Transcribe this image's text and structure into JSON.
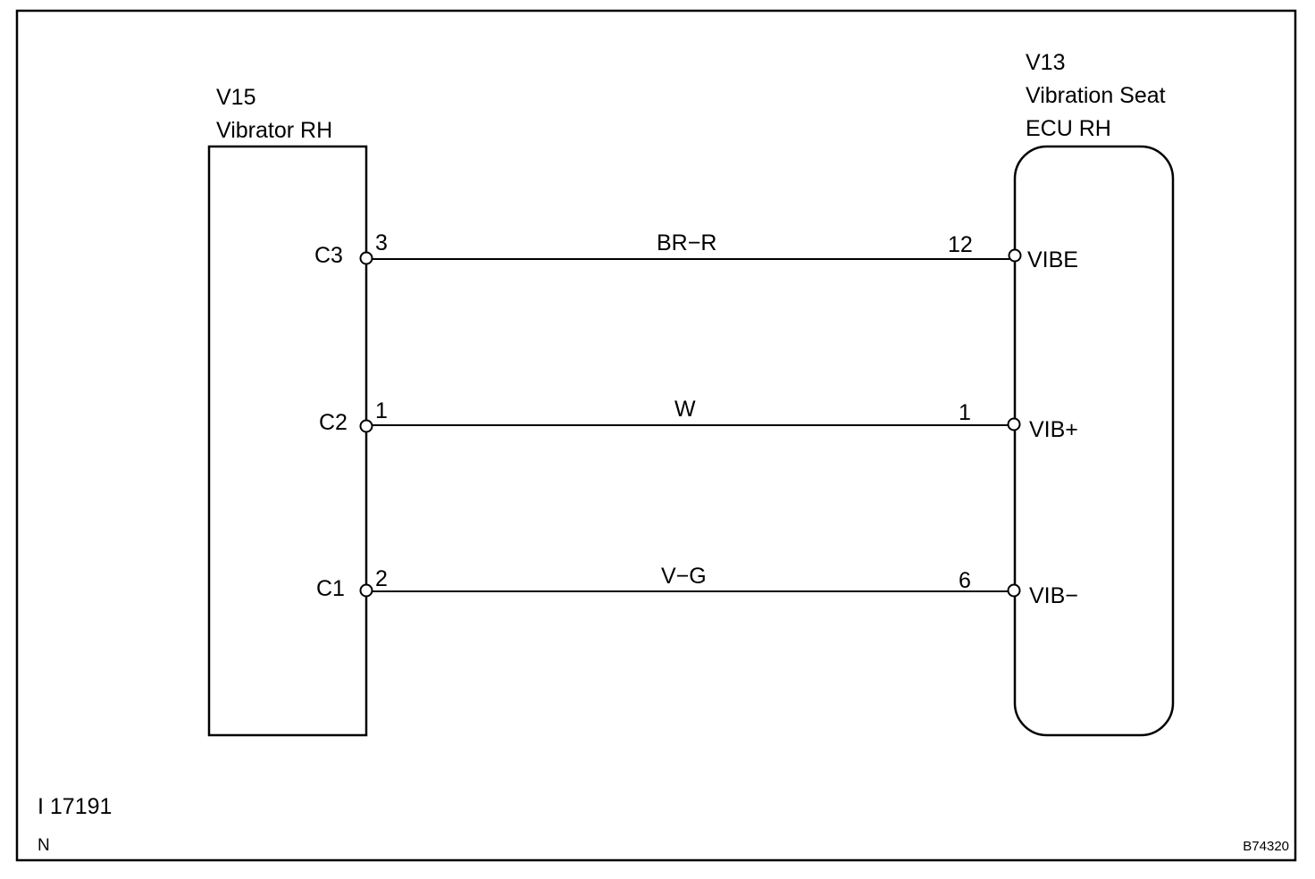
{
  "left_component": {
    "code": "V15",
    "name": "Vibrator RH",
    "terminals": [
      {
        "name": "C3",
        "pin": "3"
      },
      {
        "name": "C2",
        "pin": "1"
      },
      {
        "name": "C1",
        "pin": "2"
      }
    ]
  },
  "right_component": {
    "code": "V13",
    "name_line1": "Vibration Seat",
    "name_line2": "ECU RH",
    "terminals": [
      {
        "name": "VIBE",
        "pin": "12"
      },
      {
        "name": "VIB+",
        "pin": "1"
      },
      {
        "name": "VIB−",
        "pin": "6"
      }
    ]
  },
  "wires": [
    {
      "color_code": "BR−R"
    },
    {
      "color_code": "W"
    },
    {
      "color_code": "V−G"
    }
  ],
  "footer": {
    "figure_id": "I 17191",
    "mark": "N",
    "ref": "B74320"
  }
}
